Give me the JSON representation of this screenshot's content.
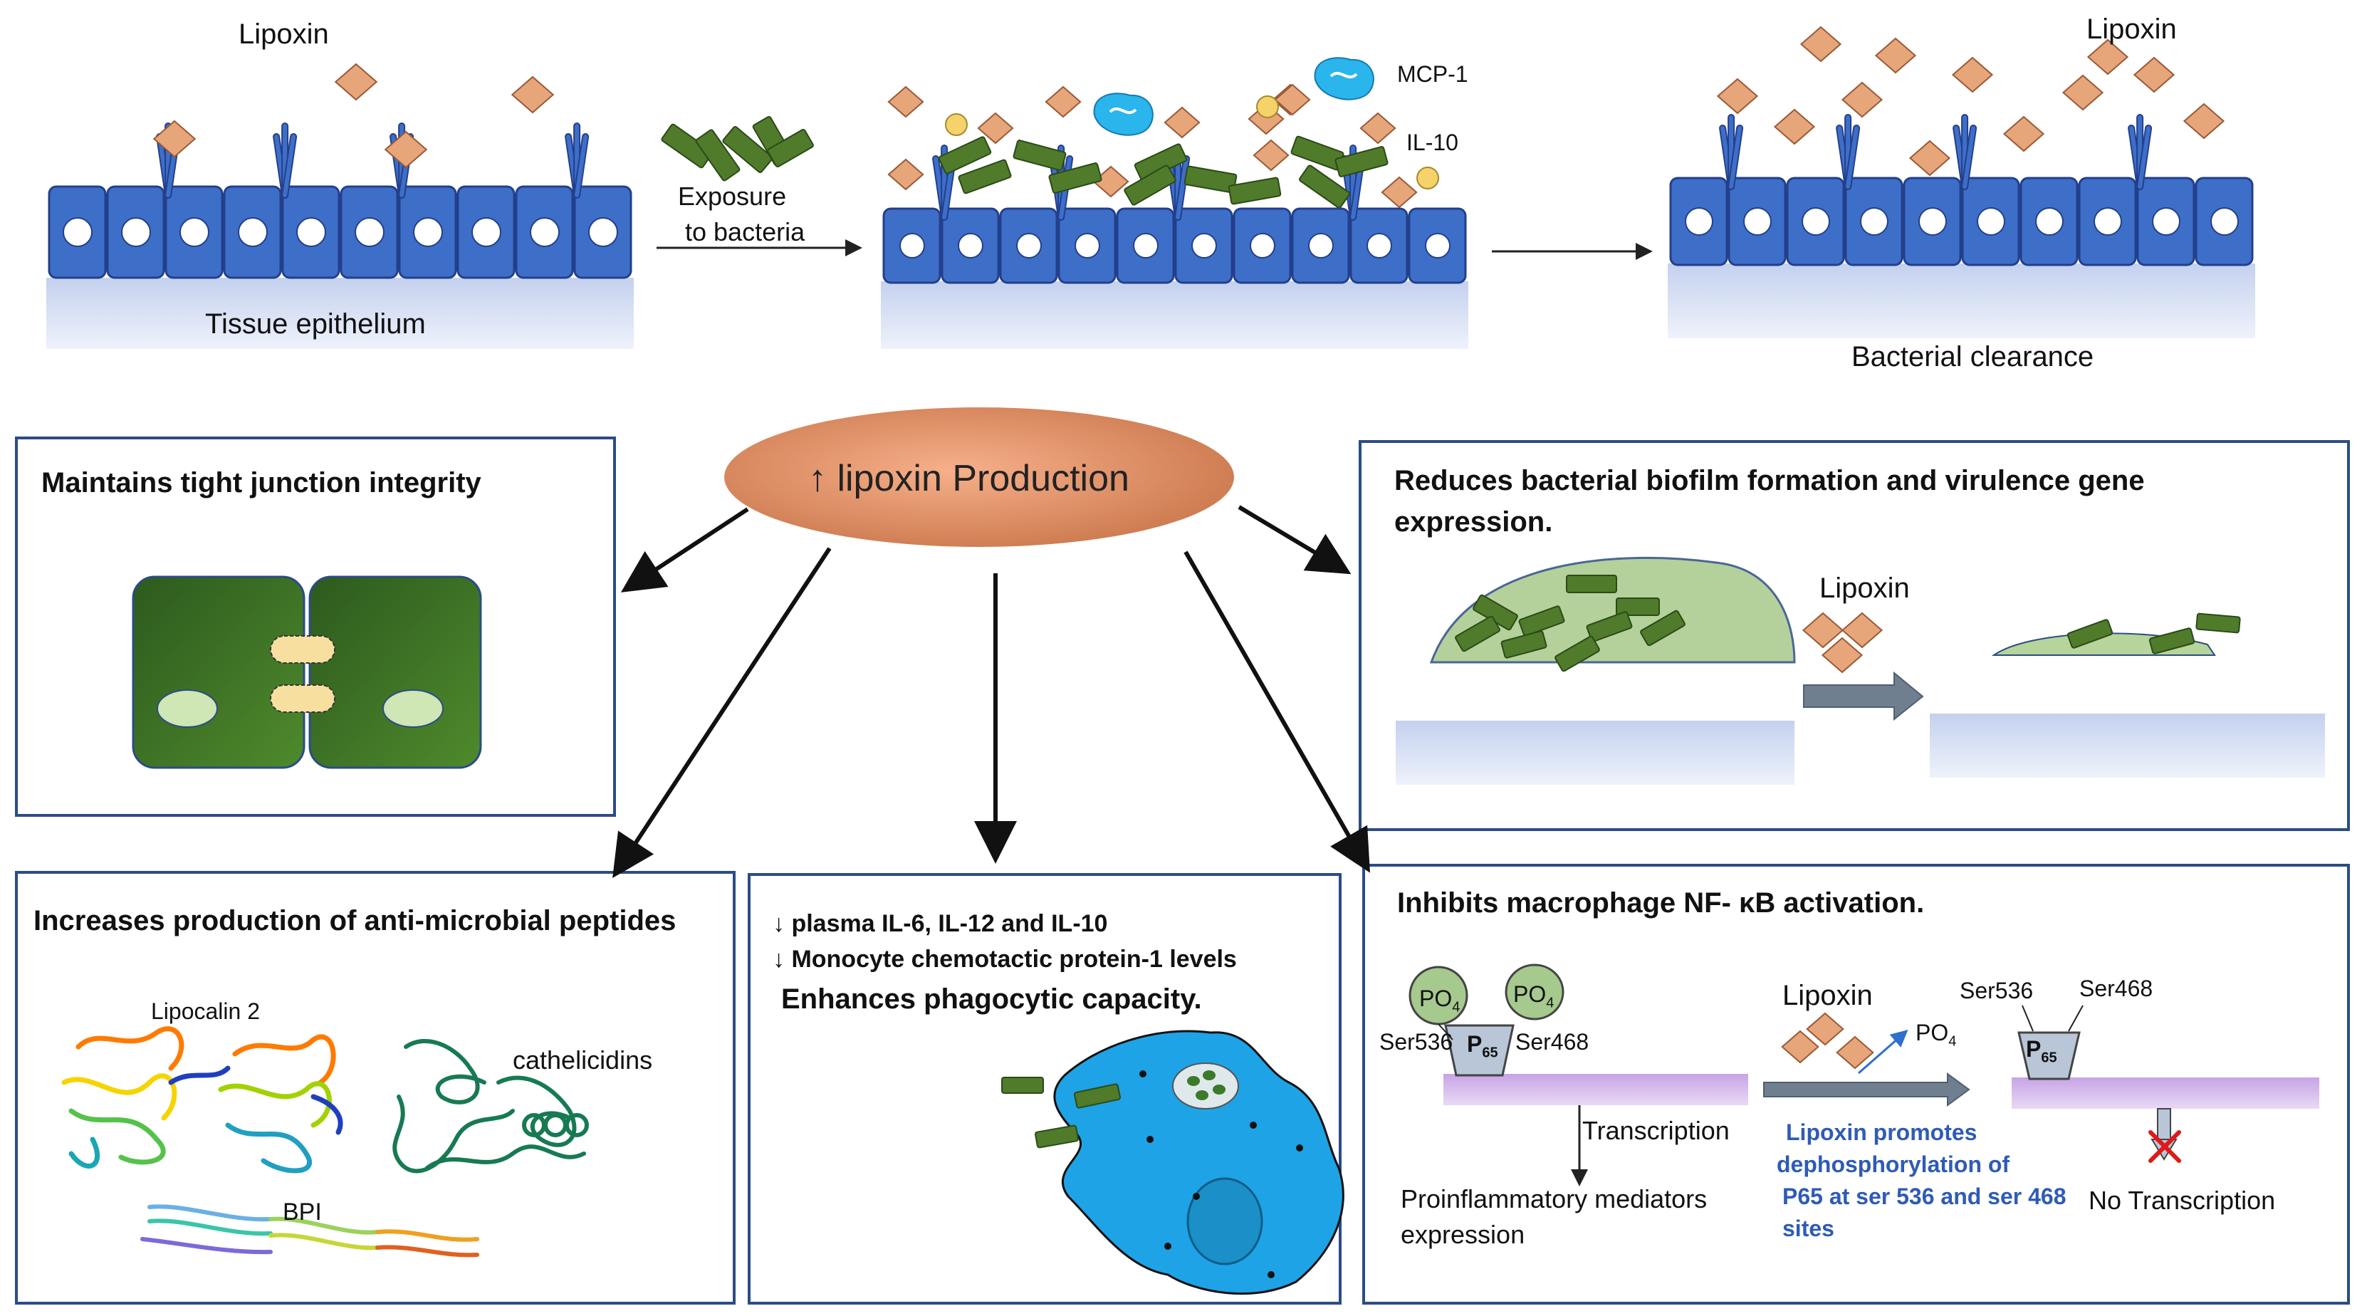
{
  "colors": {
    "cell": "#3d6fc9",
    "cell_stroke": "#243f8a",
    "nucleus": "#ffffff",
    "lipoxin": "#e7a57a",
    "bacteria": "#4f7b2b",
    "box_border": "#2b4c86",
    "ellipse_light": "#f4a57d",
    "ellipse_dark": "#c9754a",
    "tissue": "#d7e0f4",
    "blue_caption": "#2e5bb8",
    "macrophage": "#1ea3e6"
  },
  "top": {
    "lipoxin_left": "Lipoxin",
    "tissue_label": "Tissue epithelium",
    "exposure_label_1": "Exposure",
    "exposure_label_2": "to bacteria",
    "mcp1": "MCP-1",
    "il10": "IL-10",
    "lipoxin_right": "Lipoxin",
    "clearance_label": "Bacterial clearance"
  },
  "center": {
    "production": "↑ lipoxin Production"
  },
  "panel_tight": {
    "title": "Maintains tight junction integrity"
  },
  "panel_biofilm": {
    "title_1": "Reduces bacterial biofilm formation and virulence gene",
    "title_2": "expression.",
    "lipoxin": "Lipoxin"
  },
  "panel_amp": {
    "title": "Increases production of anti-microbial peptides",
    "lipocalin": "Lipocalin 2",
    "cathelicidins": "cathelicidins",
    "bpi": "BPI"
  },
  "panel_phago": {
    "line1": "↓ plasma  IL-6, IL-12 and IL-10",
    "line2": "↓  Monocyte chemotactic protein-1 levels",
    "title": "Enhances phagocytic capacity."
  },
  "panel_nfkb": {
    "title": "Inhibits macrophage NF- κB activation.",
    "po4": "PO",
    "po4_sub": "4",
    "ser536": "Ser536",
    "ser468": "Ser468",
    "p65": "P",
    "p65_sub": "65",
    "lipoxin": "Lipoxin",
    "transcription": "Transcription",
    "proinflam_1": "Proinflammatory mediators",
    "proinflam_2": "expression",
    "caption_1": "Lipoxin promotes",
    "caption_2": "dephosphorylation of",
    "caption_3": "P65 at ser 536 and ser 468",
    "caption_4": "sites",
    "no_transcription": "No Transcription"
  }
}
